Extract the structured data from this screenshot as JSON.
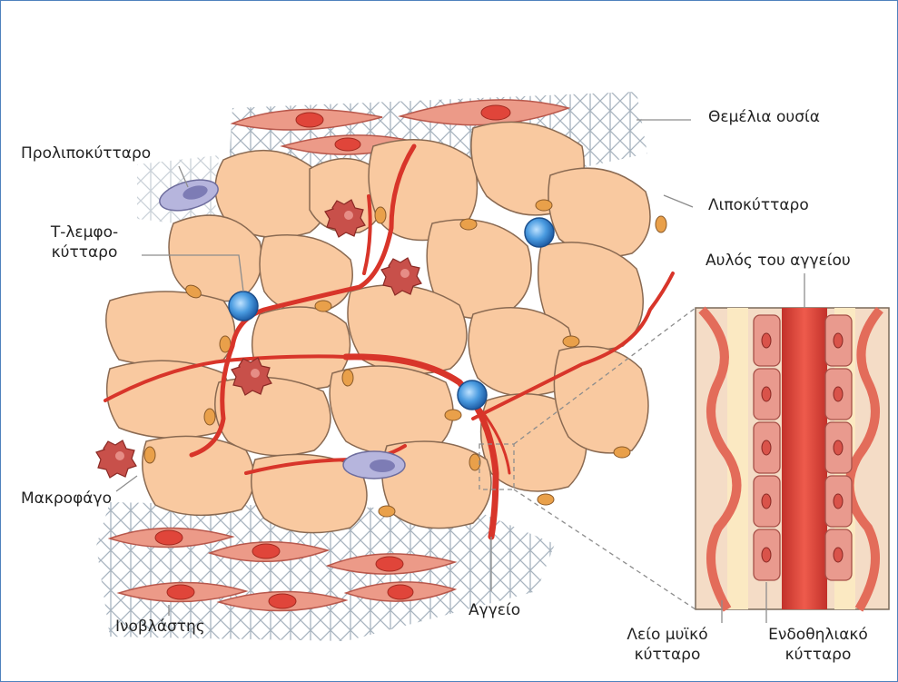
{
  "labels": {
    "ground_substance": "Θεμέλια ουσία",
    "preadipocyte": "Προλιποκύτταρο",
    "adipocyte": "Λιποκύτταρο",
    "t_lymphocyte_line1": "Τ-λεμφο-",
    "t_lymphocyte_line2": "κύτταρο",
    "vessel_lumen": "Αυλός του αγγείου",
    "macrophage": "Μακροφάγο",
    "fibroblast": "Ινοβλάστης",
    "vessel": "Αγγείο",
    "smooth_muscle_line1": "Λείο μυϊκό",
    "smooth_muscle_line2": "κύτταρο",
    "endothelial_line1": "Ενδοθηλιακό",
    "endothelial_line2": "κύτταρο"
  },
  "colors": {
    "frame_border": "#4f81bd",
    "adipocyte_fill": "#f9c9a0",
    "adipocyte_stroke": "#8a6a52",
    "nucleus_fill": "#e9a04a",
    "vessel_red": "#d8352a",
    "fibroblast_fill": "#ec9a88",
    "fibroblast_nucleus": "#e0453a",
    "lymphocyte_fill": "#4a9be0",
    "macrophage_fill": "#c8504a",
    "preadipocyte_fill": "#b6b5dd",
    "mesh_color": "#a8b4bf",
    "leader_line": "#8d8d8d"
  }
}
